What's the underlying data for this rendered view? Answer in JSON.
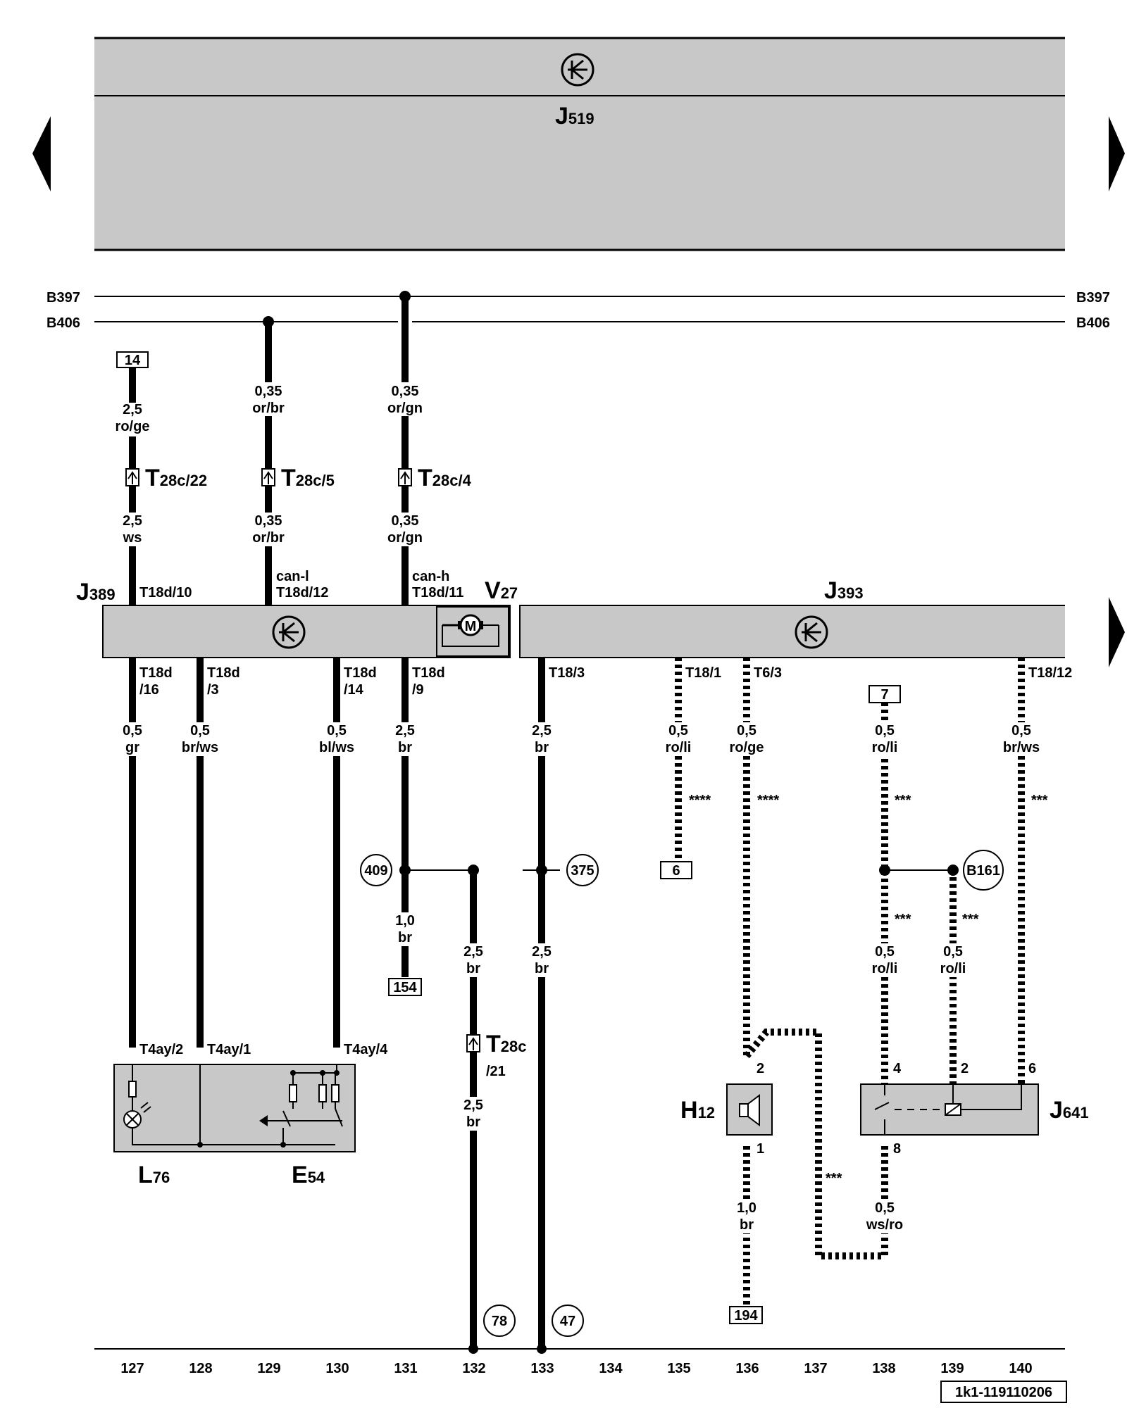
{
  "modules": {
    "top": {
      "name": "J",
      "sub": "519"
    },
    "left": {
      "name": "J",
      "sub": "389"
    },
    "motor": {
      "name": "V",
      "sub": "27"
    },
    "right": {
      "name": "J",
      "sub": "393"
    }
  },
  "buses": {
    "b397": "B397",
    "b406": "B406"
  },
  "ref_boxes": {
    "r14": "14",
    "r7": "7",
    "r6": "6",
    "r154": "154",
    "r194": "194"
  },
  "ref_circles": {
    "c409": "409",
    "c375": "375",
    "cB161": "B161",
    "c78": "78",
    "c47": "47"
  },
  "wires": {
    "w1a_size": "2,5",
    "w1a_color": "ro/ge",
    "w1b_size": "2,5",
    "w1b_color": "ws",
    "w2a_size": "0,35",
    "w2a_color": "or/br",
    "w2b_size": "0,35",
    "w2b_color": "or/br",
    "w3a_size": "0,35",
    "w3a_color": "or/gn",
    "w3b_size": "0,35",
    "w3b_color": "or/gn",
    "w127_size": "0,5",
    "w127_color": "gr",
    "w128_size": "0,5",
    "w128_color": "br/ws",
    "w130_size": "0,5",
    "w130_color": "bl/ws",
    "w131_size": "2,5",
    "w131_color": "br",
    "w131b_size": "1,0",
    "w131b_color": "br",
    "w132a_size": "2,5",
    "w132a_color": "br",
    "w132b_size": "2,5",
    "w132b_color": "br",
    "w133a_size": "2,5",
    "w133a_color": "br",
    "w133b_size": "2,5",
    "w133b_color": "br",
    "w135_size": "0,5",
    "w135_color": "ro/li",
    "w136_size": "0,5",
    "w136_color": "ro/ge",
    "w136b_size": "1,0",
    "w136b_color": "br",
    "w138_size": "0,5",
    "w138_color": "ro/li",
    "w138b_size": "0,5",
    "w138b_color": "ro/li",
    "w139_size": "0,5",
    "w139_color": "ro/li",
    "w140_size": "0,5",
    "w140_color": "br/ws",
    "w138c_size": "0,5",
    "w138c_color": "ws/ro"
  },
  "connectors": {
    "t28c22": {
      "main": "T",
      "sub": "28c/22"
    },
    "t28c5": {
      "main": "T",
      "sub": "28c/5"
    },
    "t28c4": {
      "main": "T",
      "sub": "28c/4"
    },
    "t28c21": {
      "main": "T",
      "sub": "28c",
      "line2": "/21"
    }
  },
  "pins": {
    "p_t18d10": "T18d/10",
    "p_canl": "can-l",
    "p_t18d12": "T18d/12",
    "p_canh": "can-h",
    "p_t18d11": "T18d/11",
    "p_t18d16a": "T18d",
    "p_t18d16b": "/16",
    "p_t18d3a": "T18d",
    "p_t18d3b": "/3",
    "p_t18d14a": "T18d",
    "p_t18d14b": "/14",
    "p_t18d9a": "T18d",
    "p_t18d9b": "/9",
    "p_t18_3": "T18/3",
    "p_t18_1": "T18/1",
    "p_t6_3": "T6/3",
    "p_t18_12": "T18/12",
    "p_t4ay2": "T4ay/2",
    "p_t4ay1": "T4ay/1",
    "p_t4ay4": "T4ay/4",
    "p_h2": "2",
    "p_h1": "1",
    "p_j4": "4",
    "p_j2": "2",
    "p_j6": "6",
    "p_j8": "8"
  },
  "components": {
    "l76": {
      "name": "L",
      "sub": "76"
    },
    "e54": {
      "name": "E",
      "sub": "54"
    },
    "h12": {
      "name": "H",
      "sub": "12"
    },
    "j641": {
      "name": "J",
      "sub": "641"
    },
    "motor_symbol": "M"
  },
  "footnotes": {
    "f4a": "****",
    "f4b": "****",
    "f3a": "***",
    "f3b": "***",
    "f3c": "***",
    "f3d": "***",
    "f3e": "***"
  },
  "columns": [
    "127",
    "128",
    "129",
    "130",
    "131",
    "132",
    "133",
    "134",
    "135",
    "136",
    "137",
    "138",
    "139",
    "140"
  ],
  "drawing_id": "1k1-119110206",
  "nav": {
    "left_arrow": "arrow-left-icon",
    "right_arrow": "arrow-right-icon"
  }
}
